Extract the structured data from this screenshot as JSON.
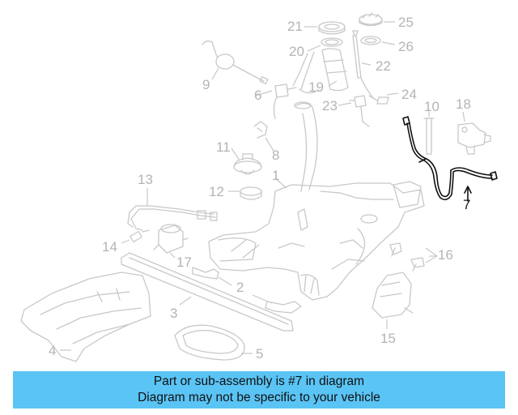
{
  "callouts": {
    "c1": "1",
    "c2": "2",
    "c3": "3",
    "c4": "4",
    "c5": "5",
    "c6": "6",
    "c7": "7",
    "c8": "8",
    "c9": "9",
    "c10": "10",
    "c11": "11",
    "c12": "12",
    "c13": "13",
    "c14": "14",
    "c15": "15",
    "c16": "16",
    "c17": "17",
    "c18": "18",
    "c19": "19",
    "c20": "20",
    "c21": "21",
    "c22": "22",
    "c23": "23",
    "c24": "24",
    "c25": "25",
    "c26": "26"
  },
  "highlighted_part": "7",
  "banner": {
    "line1": "Part or sub-assembly is #7 in diagram",
    "line2": "Diagram may not be specific to your vehicle"
  },
  "colors": {
    "faded_part": "#c8c8c8",
    "highlighted_part": "#111111",
    "banner_background": "#5ac4f5"
  }
}
